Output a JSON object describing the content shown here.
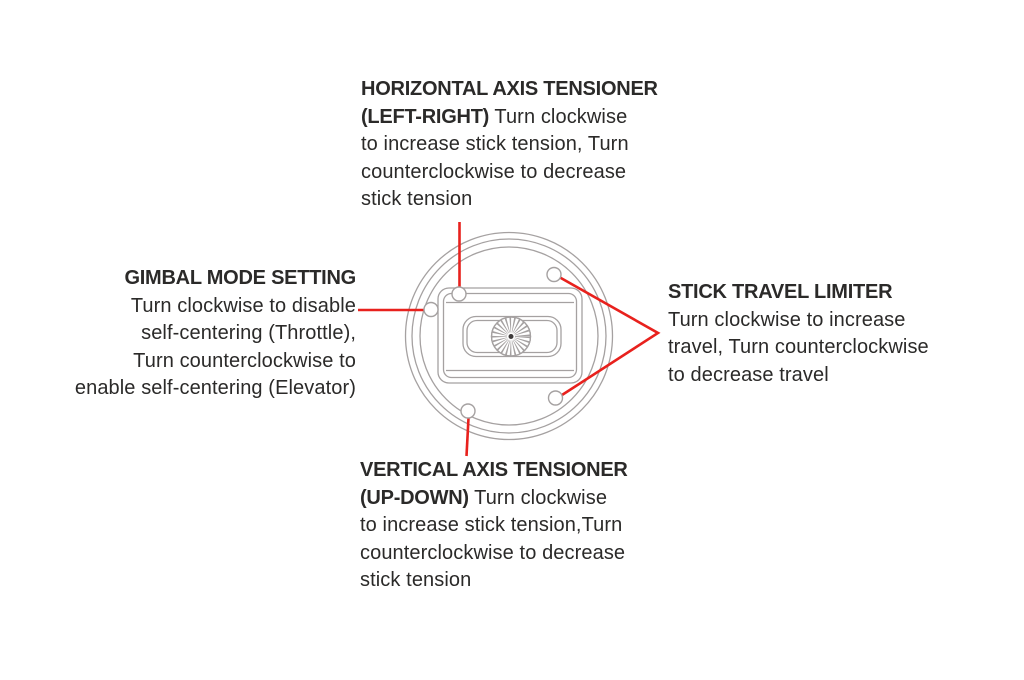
{
  "colors": {
    "accent_red": "#e8211d",
    "line_gray": "#a5a1a1",
    "text_color": "#2b2a29"
  },
  "diagram": {
    "subject": "gimbal-top-view",
    "parts": [
      "outer-rings",
      "mounting-plate",
      "stick-slot",
      "knurled-knob",
      "screw-holes"
    ]
  },
  "ann": {
    "top": {
      "id": "horizontal-axis-tensioner",
      "lines": [
        {
          "b": "HORIZONTAL AXIS TENSIONER",
          "t": ""
        },
        {
          "b": "(LEFT-RIGHT)",
          "t": " Turn clockwise"
        },
        {
          "b": "",
          "t": "to increase stick tension, Turn"
        },
        {
          "b": "",
          "t": "counterclockwise to decrease"
        },
        {
          "b": "",
          "t": "stick tension"
        }
      ]
    },
    "left": {
      "id": "gimbal-mode-setting",
      "lines": [
        {
          "b": "GIMBAL MODE SETTING",
          "t": ""
        },
        {
          "b": "",
          "t": "Turn clockwise to disable"
        },
        {
          "b": "",
          "t": "self-centering (Throttle),"
        },
        {
          "b": "",
          "t": "Turn counterclockwise to"
        },
        {
          "b": "",
          "t": "enable self-centering (Elevator)"
        }
      ]
    },
    "right": {
      "id": "stick-travel-limiter",
      "lines": [
        {
          "b": "STICK TRAVEL LIMITER",
          "t": ""
        },
        {
          "b": "",
          "t": "Turn clockwise to increase"
        },
        {
          "b": "",
          "t": "travel, Turn counterclockwise"
        },
        {
          "b": "",
          "t": "to decrease travel"
        }
      ]
    },
    "bottom": {
      "id": "vertical-axis-tensioner",
      "lines": [
        {
          "b": "VERTICAL AXIS TENSIONER",
          "t": ""
        },
        {
          "b": "(UP-DOWN)",
          "t": " Turn clockwise"
        },
        {
          "b": "",
          "t": "to increase stick tension,Turn"
        },
        {
          "b": "",
          "t": "counterclockwise to decrease"
        },
        {
          "b": "",
          "t": "stick tension"
        }
      ]
    }
  }
}
